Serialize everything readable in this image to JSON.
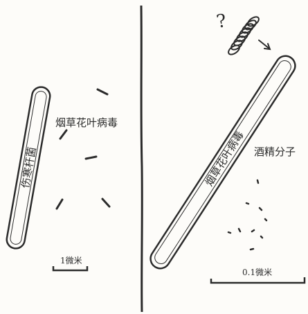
{
  "left_panel": {
    "bacterium_label": "伤寒杆菌",
    "virus_label": "烟草花叶病毒",
    "scale_label": "1微米"
  },
  "right_panel": {
    "question_mark": "?",
    "virus_label": "烟草花叶病毒",
    "molecule_label": "酒精分子",
    "scale_label": "0.1微米"
  },
  "colors": {
    "ink": "#2b2b2b",
    "paper": "#fdfcf9"
  }
}
